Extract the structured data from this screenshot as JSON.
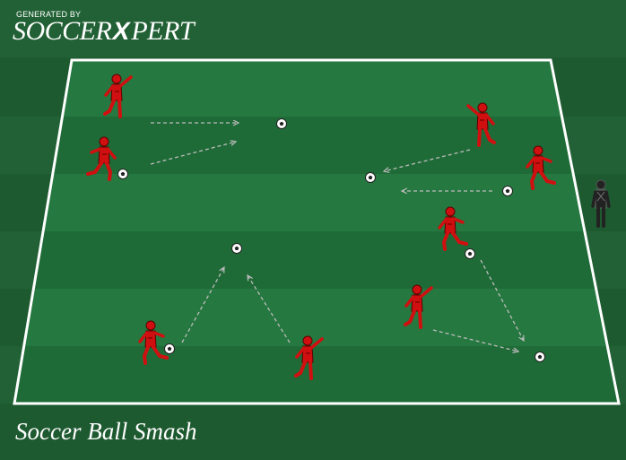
{
  "brand": {
    "small_text": "GENERATED BY",
    "big_left": "SOCCER",
    "big_x": "X",
    "big_right": "PERT"
  },
  "caption": "Soccer Ball Smash",
  "colors": {
    "background": "#1e5a30",
    "field": "#1f6b37",
    "field_stripe": "#25783f",
    "line": "#ffffff",
    "player": "#d01010",
    "player_outline": "#5a0000",
    "coach": "#222222",
    "arrow": "#bcbcbc"
  },
  "players": [
    {
      "id": "tl-top",
      "facing": "right",
      "pose": "kick"
    },
    {
      "id": "tl-bottom",
      "facing": "right",
      "pose": "run"
    },
    {
      "id": "tr-top",
      "facing": "left",
      "pose": "kick"
    },
    {
      "id": "tr-right",
      "facing": "left",
      "pose": "run"
    },
    {
      "id": "mid-right",
      "facing": "left",
      "pose": "run"
    },
    {
      "id": "right-low",
      "facing": "right",
      "pose": "kick"
    },
    {
      "id": "bottom-left",
      "facing": "left",
      "pose": "run"
    },
    {
      "id": "bottom-mid",
      "facing": "right",
      "pose": "kick"
    }
  ],
  "coach": {
    "id": "coach-right",
    "icon": "coach-icon"
  },
  "balls": [
    {
      "id": "ball-1",
      "icon": "soccer-ball-icon"
    },
    {
      "id": "ball-2",
      "icon": "soccer-ball-icon"
    },
    {
      "id": "ball-3",
      "icon": "soccer-ball-icon"
    },
    {
      "id": "ball-4",
      "icon": "soccer-ball-icon"
    },
    {
      "id": "ball-5",
      "icon": "soccer-ball-icon"
    },
    {
      "id": "ball-6",
      "icon": "soccer-ball-icon"
    },
    {
      "id": "ball-7",
      "icon": "soccer-ball-icon"
    },
    {
      "id": "ball-8",
      "icon": "soccer-ball-icon"
    },
    {
      "id": "ball-9",
      "icon": "soccer-ball-icon"
    }
  ],
  "arrows": [
    {
      "id": "pass-1",
      "style": "dashed"
    },
    {
      "id": "pass-2",
      "style": "dashed"
    },
    {
      "id": "pass-3",
      "style": "dashed"
    },
    {
      "id": "pass-4",
      "style": "dashed"
    },
    {
      "id": "pass-5",
      "style": "dashed"
    },
    {
      "id": "pass-6",
      "style": "dashed"
    },
    {
      "id": "pass-7",
      "style": "dashed"
    },
    {
      "id": "pass-8",
      "style": "dashed"
    }
  ]
}
